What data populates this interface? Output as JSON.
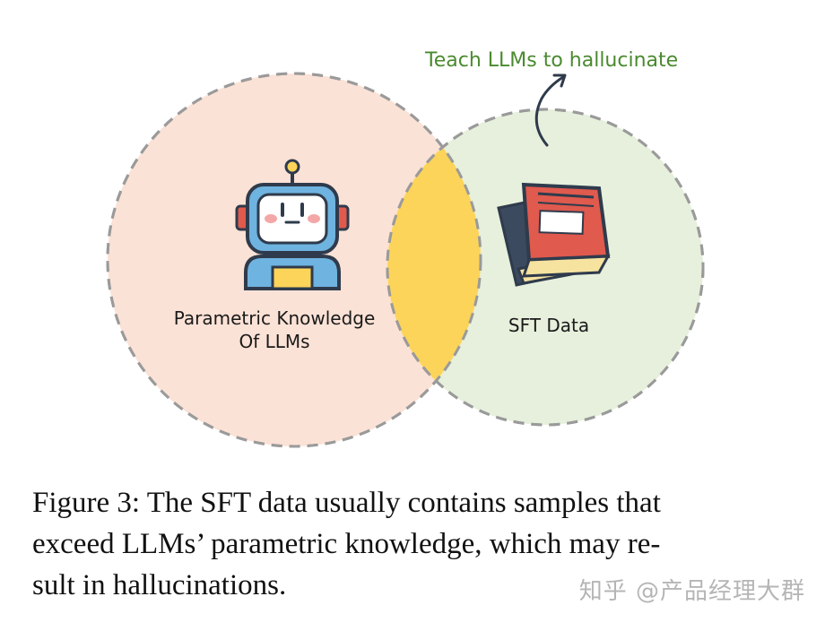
{
  "diagram": {
    "annotation": "Teach LLMs to hallucinate",
    "left_circle": {
      "label_line1": "Parametric Knowledge",
      "label_line2": "Of LLMs",
      "fill": "#fbe2d6"
    },
    "right_circle": {
      "label": "SFT Data",
      "fill": "#e6f0dc"
    },
    "overlap_fill": "#fcd45a",
    "annotation_color": "#4a8a2f"
  },
  "caption": {
    "line1": "Figure 3: The SFT data usually contains samples that",
    "line2": "exceed LLMs’ parametric knowledge, which may re-",
    "line3": "sult in hallucinations."
  },
  "watermark": "知乎 @产品经理大群"
}
